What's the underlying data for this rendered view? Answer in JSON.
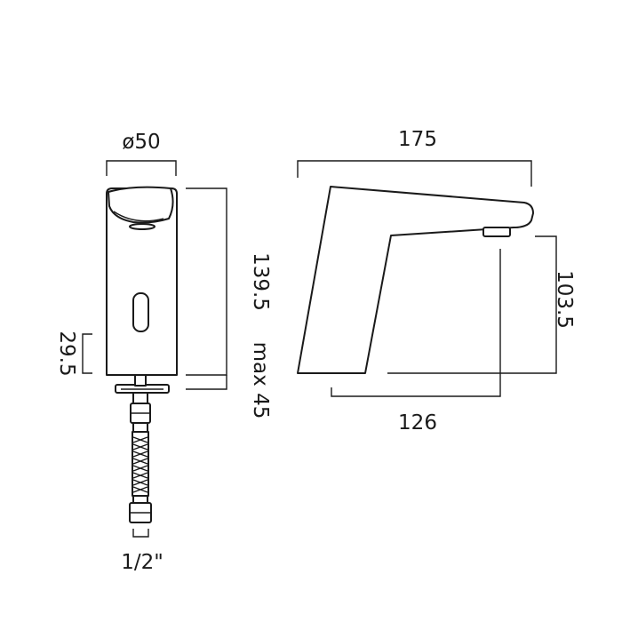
{
  "front_view": {
    "diameter_label": "ø50",
    "height_label": "139.5",
    "sensor_height_label": "29.5",
    "deck_thickness_label": "max 45",
    "connector_label": "1/2\""
  },
  "side_view": {
    "length_label": "175",
    "spout_height_label": "103.5",
    "reach_label": "126"
  }
}
